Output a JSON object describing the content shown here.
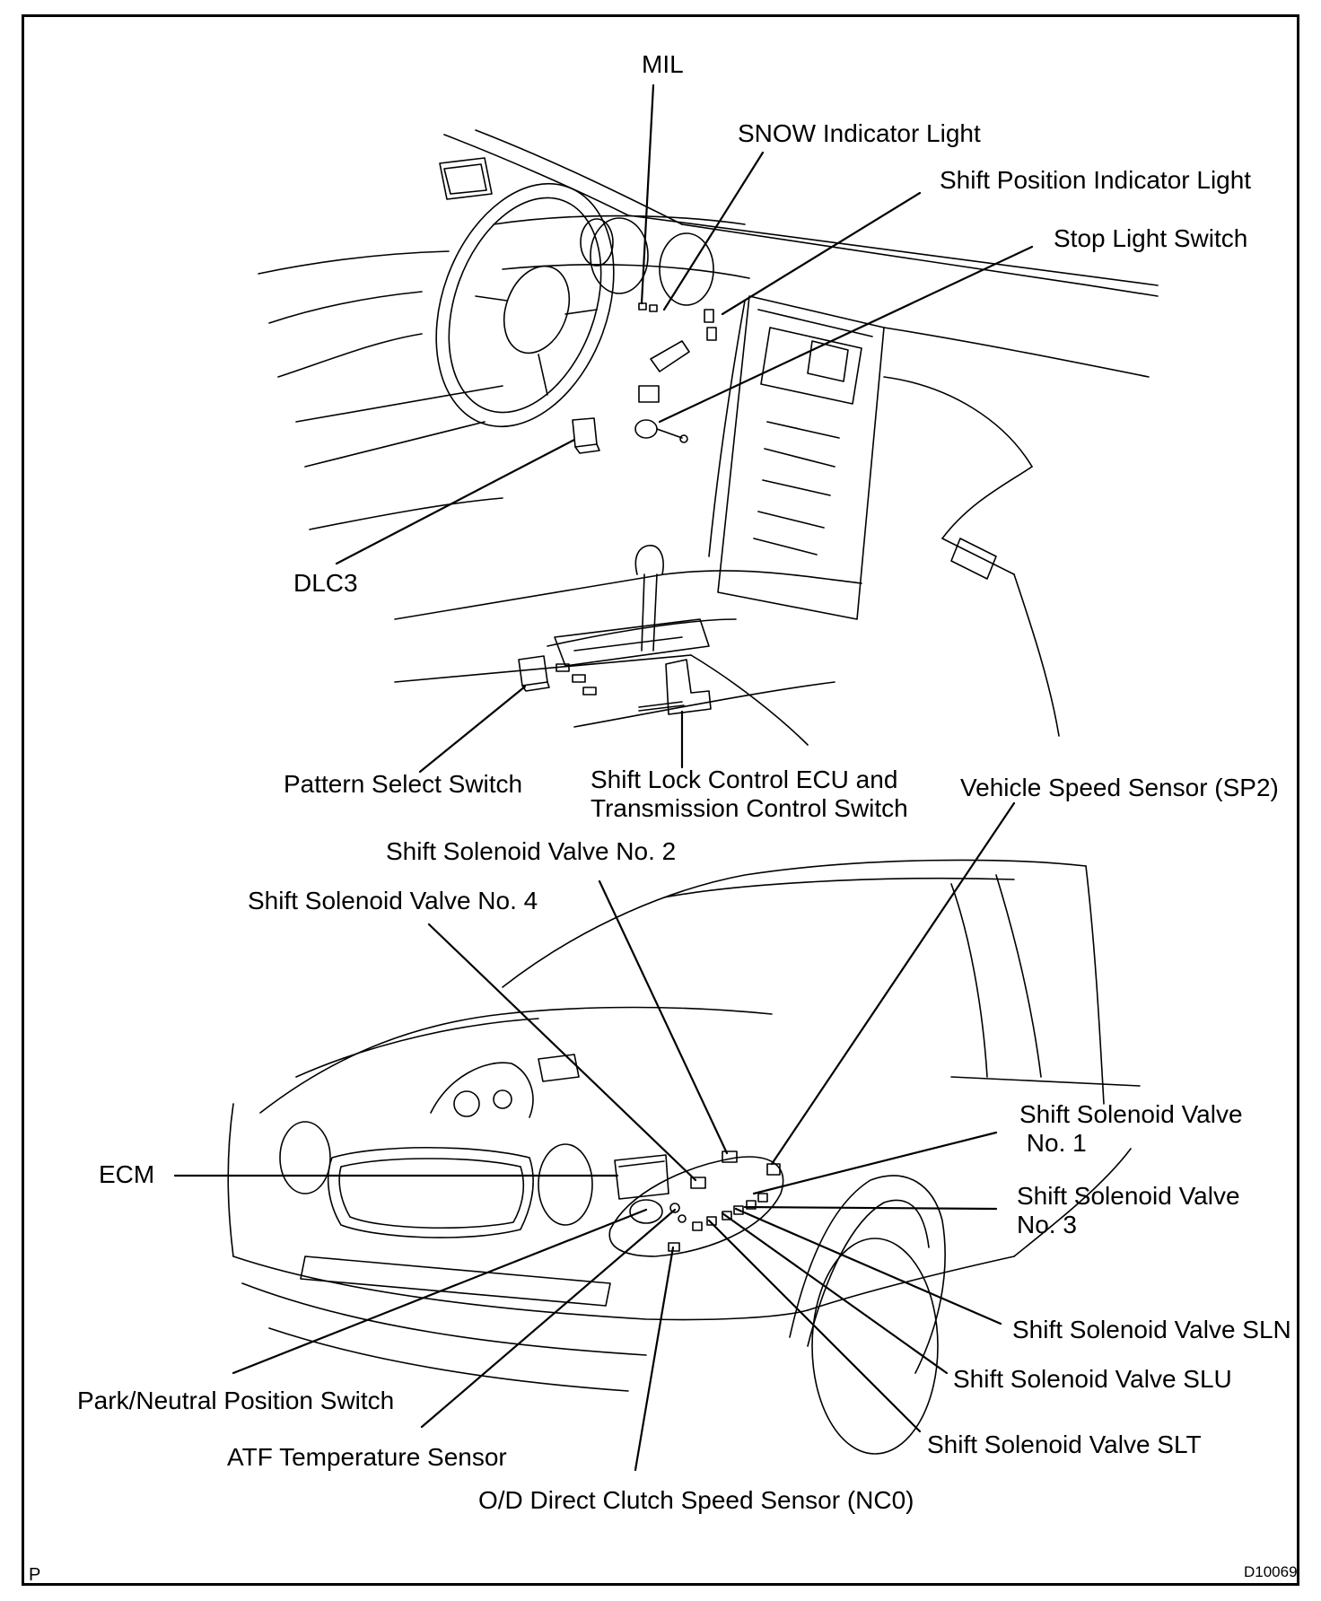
{
  "labels": {
    "mil": "MIL",
    "snow_indicator": "SNOW Indicator Light",
    "shift_position_indicator": "Shift Position Indicator Light",
    "stop_light_switch": "Stop Light Switch",
    "dlc3": "DLC3",
    "pattern_select_switch": "Pattern Select Switch",
    "shift_lock_ecu": "Shift Lock Control ECU and\nTransmission Control Switch",
    "vehicle_speed_sensor": "Vehicle Speed Sensor (SP2)",
    "solenoid_no2": "Shift Solenoid Valve  No. 2",
    "solenoid_no4": "Shift Solenoid Valve No. 4",
    "ecm": "ECM",
    "solenoid_no1": "Shift Solenoid Valve\n No. 1",
    "solenoid_no3": "Shift Solenoid Valve\nNo. 3",
    "solenoid_sln": "Shift Solenoid Valve SLN",
    "solenoid_slu": "Shift Solenoid Valve SLU",
    "solenoid_slt": "Shift Solenoid Valve SLT",
    "park_neutral_switch": "Park/Neutral Position Switch",
    "atf_temp_sensor": "ATF Temperature Sensor",
    "od_clutch_sensor": "O/D Direct Clutch Speed Sensor (NC0)"
  },
  "corner": {
    "left_mark": "P",
    "figure_code": "D10069"
  }
}
